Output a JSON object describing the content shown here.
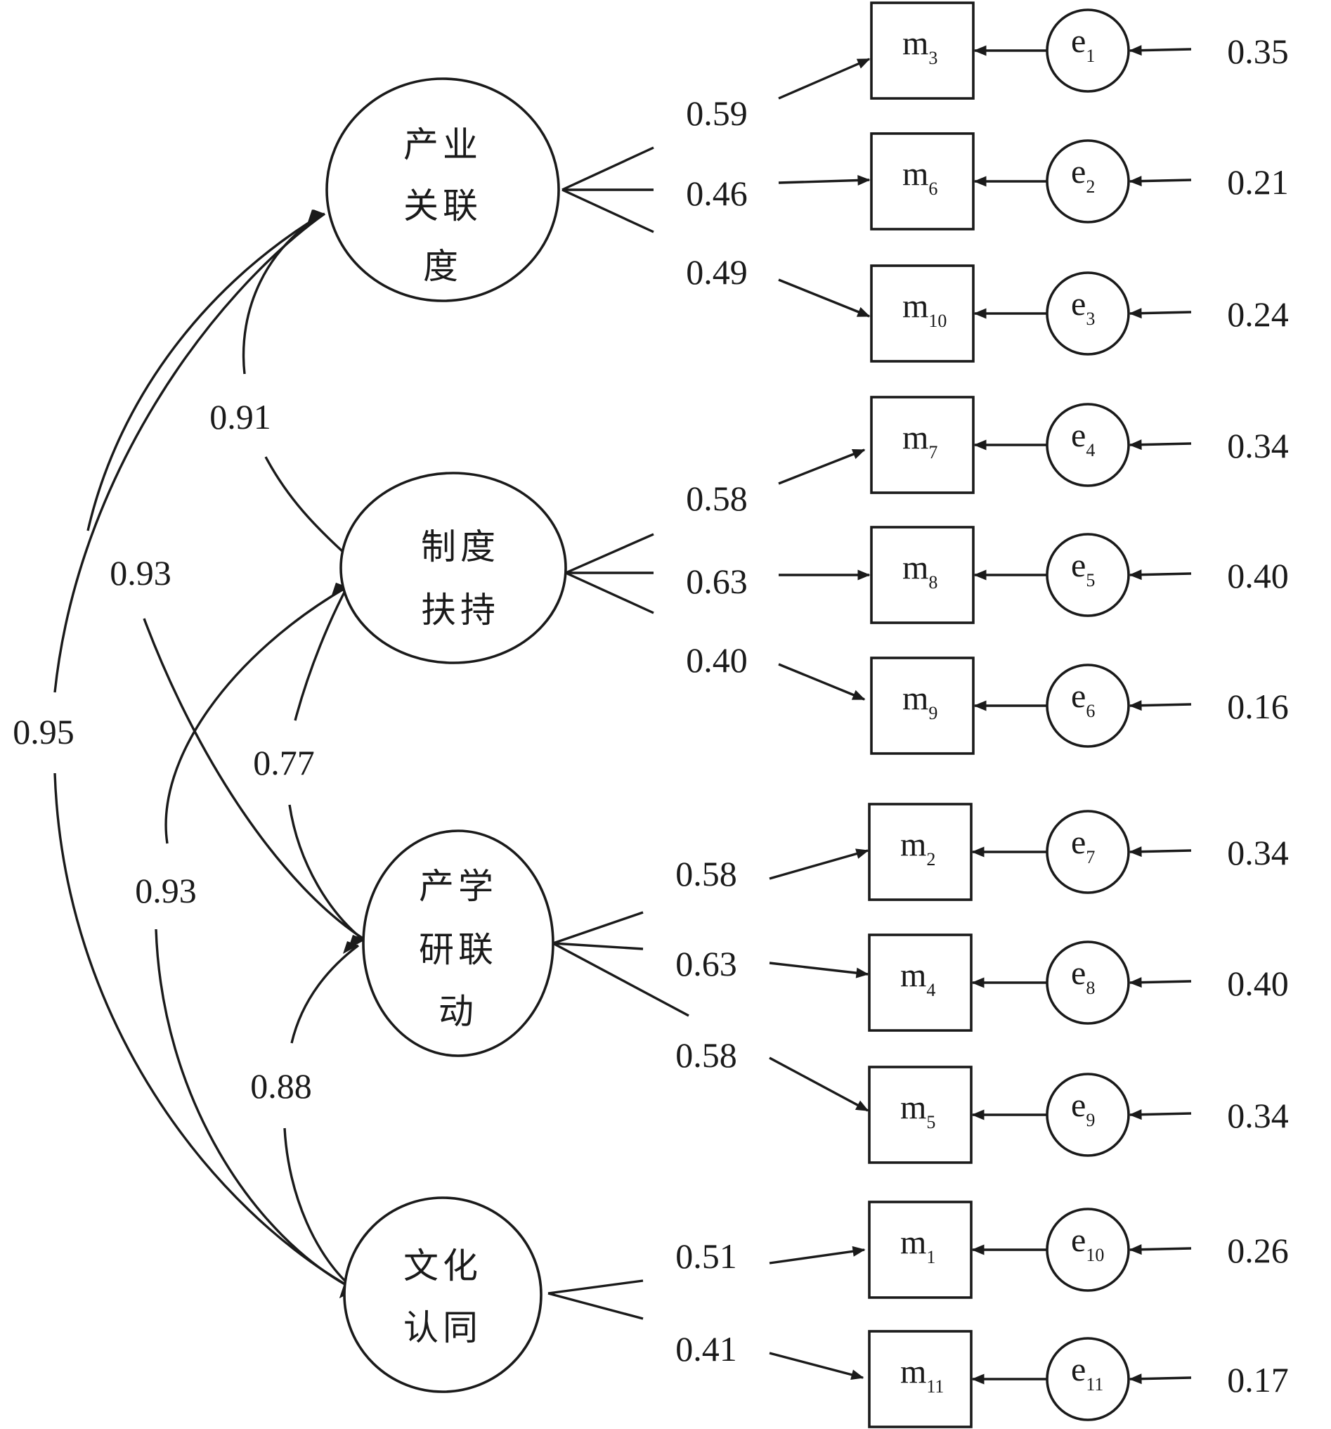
{
  "latents": [
    {
      "id": "L1",
      "lines": [
        "产业",
        "关联",
        "度"
      ]
    },
    {
      "id": "L2",
      "lines": [
        "制度",
        "扶持"
      ]
    },
    {
      "id": "L3",
      "lines": [
        "产学",
        "研联",
        "动"
      ]
    },
    {
      "id": "L4",
      "lines": [
        "文化",
        "认同"
      ]
    }
  ],
  "indicators": [
    {
      "latent": "L1",
      "name": "m",
      "sub": "3",
      "loading": "0.59",
      "error": "e",
      "error_sub": "1",
      "error_value": "0.35"
    },
    {
      "latent": "L1",
      "name": "m",
      "sub": "6",
      "loading": "0.46",
      "error": "e",
      "error_sub": "2",
      "error_value": "0.21"
    },
    {
      "latent": "L1",
      "name": "m",
      "sub": "10",
      "loading": "0.49",
      "error": "e",
      "error_sub": "3",
      "error_value": "0.24"
    },
    {
      "latent": "L2",
      "name": "m",
      "sub": "7",
      "loading": "0.58",
      "error": "e",
      "error_sub": "4",
      "error_value": "0.34"
    },
    {
      "latent": "L2",
      "name": "m",
      "sub": "8",
      "loading": "0.63",
      "error": "e",
      "error_sub": "5",
      "error_value": "0.40"
    },
    {
      "latent": "L2",
      "name": "m",
      "sub": "9",
      "loading": "0.40",
      "error": "e",
      "error_sub": "6",
      "error_value": "0.16"
    },
    {
      "latent": "L3",
      "name": "m",
      "sub": "2",
      "loading": "0.58",
      "error": "e",
      "error_sub": "7",
      "error_value": "0.34"
    },
    {
      "latent": "L3",
      "name": "m",
      "sub": "4",
      "loading": "0.63",
      "error": "e",
      "error_sub": "8",
      "error_value": "0.40"
    },
    {
      "latent": "L3",
      "name": "m",
      "sub": "5",
      "loading": "0.58",
      "error": "e",
      "error_sub": "9",
      "error_value": "0.34"
    },
    {
      "latent": "L4",
      "name": "m",
      "sub": "1",
      "loading": "0.51",
      "error": "e",
      "error_sub": "10",
      "error_value": "0.26"
    },
    {
      "latent": "L4",
      "name": "m",
      "sub": "11",
      "loading": "0.41",
      "error": "e",
      "error_sub": "11",
      "error_value": "0.17"
    }
  ],
  "correlations": [
    {
      "from": "L1",
      "to": "L2",
      "value": "0.91"
    },
    {
      "from": "L1",
      "to": "L3",
      "value": "0.93"
    },
    {
      "from": "L1",
      "to": "L4",
      "value": "0.95"
    },
    {
      "from": "L2",
      "to": "L3",
      "value": "0.77"
    },
    {
      "from": "L2",
      "to": "L4",
      "value": "0.93"
    },
    {
      "from": "L3",
      "to": "L4",
      "value": "0.88"
    }
  ]
}
